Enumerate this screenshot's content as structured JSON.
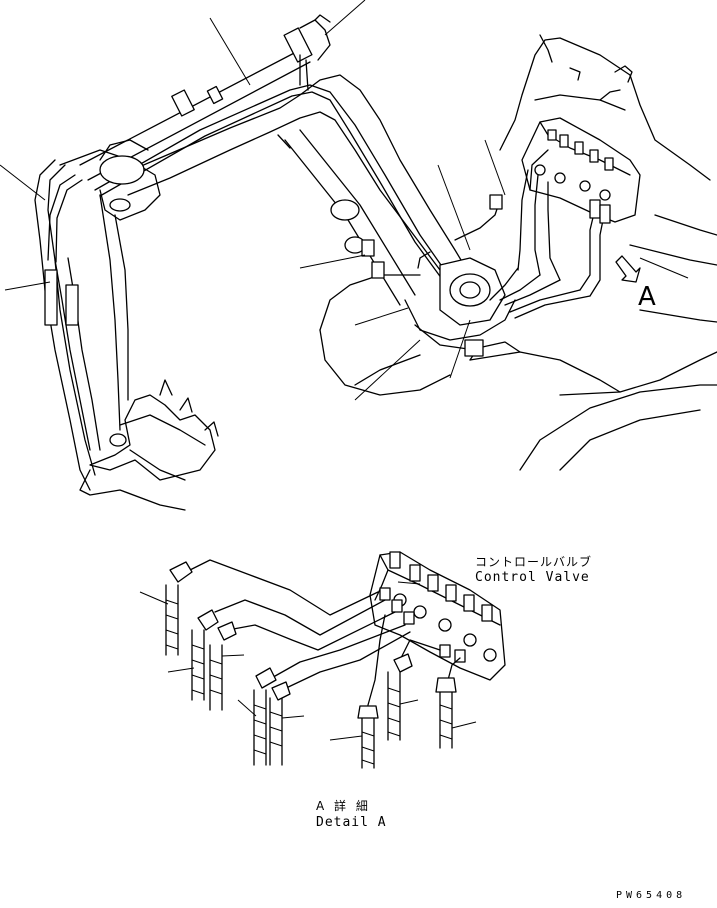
{
  "labels": {
    "callout_a": "A",
    "control_valve_jp": "コントロールバルブ",
    "control_valve_en": "Control Valve",
    "detail_jp": "A 詳 細",
    "detail_en": "Detail A",
    "drawing_code": "PW65408"
  },
  "icons": {
    "view_arrow": "arrow-icon"
  }
}
